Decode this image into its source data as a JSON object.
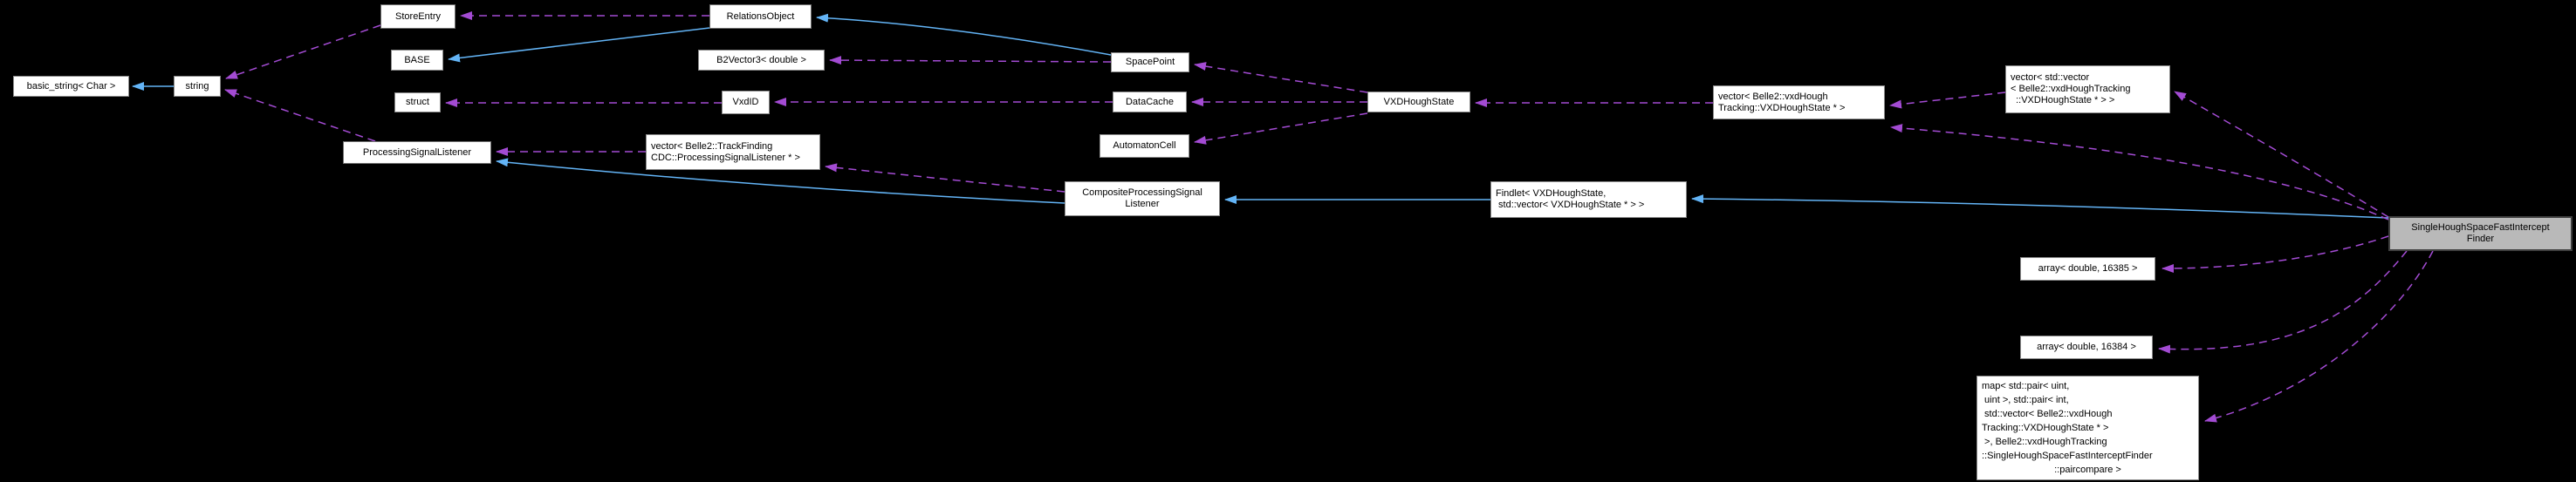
{
  "colors": {
    "background": "#000000",
    "node_fill": "#ffffff",
    "node_border": "#8a8a8a",
    "highlight_node_fill": "#b9b9b9",
    "highlight_node_border": "#3f3f3f",
    "inheritance_edge": "#63b4f6",
    "usage_edge": "#a34bd3",
    "text": "#000000"
  },
  "nodes": {
    "basic_string": {
      "lines": [
        "basic_string< Char >"
      ]
    },
    "string": {
      "lines": [
        "string"
      ]
    },
    "store_entry": {
      "lines": [
        "StoreEntry"
      ]
    },
    "base": {
      "lines": [
        "BASE"
      ]
    },
    "struct": {
      "lines": [
        "struct"
      ]
    },
    "processing_signal_listener": {
      "lines": [
        "ProcessingSignalListener"
      ]
    },
    "relations_object": {
      "lines": [
        "RelationsObject"
      ]
    },
    "b2vector3": {
      "lines": [
        "B2Vector3< double >"
      ]
    },
    "vxdid": {
      "lines": [
        "VxdID"
      ]
    },
    "vector_psl": {
      "lines": [
        "vector< Belle2::TrackFinding",
        "CDC::ProcessingSignalListener * >"
      ]
    },
    "space_point": {
      "lines": [
        "SpacePoint"
      ]
    },
    "data_cache": {
      "lines": [
        "DataCache"
      ]
    },
    "automaton_cell": {
      "lines": [
        "AutomatonCell"
      ]
    },
    "composite_psl": {
      "lines": [
        "CompositeProcessingSignal",
        "Listener"
      ]
    },
    "vxd_hough_state": {
      "lines": [
        "VXDHoughState"
      ]
    },
    "findlet": {
      "lines": [
        "Findlet< VXDHoughState,",
        " std::vector< VXDHoughState * > >"
      ]
    },
    "vector_vxd_hough_state": {
      "lines": [
        "vector< Belle2::vxdHough",
        "Tracking::VXDHoughState * >"
      ]
    },
    "vector_vector_vxd_hough_state": {
      "lines": [
        "vector< std::vector",
        "< Belle2::vxdHoughTracking",
        "  ::VXDHoughState * > >"
      ]
    },
    "single_hough_finder": {
      "lines": [
        "SingleHoughSpaceFastIntercept",
        "Finder"
      ]
    },
    "array_16385": {
      "lines": [
        "array< double, 16385 >"
      ]
    },
    "array_16384": {
      "lines": [
        "array< double, 16384 >"
      ]
    },
    "map_paircompare": {
      "lines": [
        "map< std::pair< uint,",
        " uint >, std::pair< int,",
        " std::vector< Belle2::vxdHough",
        "Tracking::VXDHoughState * >",
        " >, Belle2::vxdHoughTracking",
        "::SingleHoughSpaceFastInterceptFinder",
        "::paircompare >"
      ]
    }
  },
  "edges": [
    {
      "from": "string",
      "to": "basic_string",
      "type": "inheritance"
    },
    {
      "from": "relations_object",
      "to": "base",
      "type": "inheritance"
    },
    {
      "from": "space_point",
      "to": "relations_object",
      "type": "inheritance"
    },
    {
      "from": "composite_psl",
      "to": "processing_signal_listener",
      "type": "inheritance"
    },
    {
      "from": "findlet",
      "to": "composite_psl",
      "type": "inheritance"
    },
    {
      "from": "single_hough_finder",
      "to": "findlet",
      "type": "inheritance"
    },
    {
      "from": "store_entry",
      "to": "string",
      "type": "usage"
    },
    {
      "from": "processing_signal_listener",
      "to": "string",
      "type": "usage"
    },
    {
      "from": "relations_object",
      "to": "store_entry",
      "type": "usage"
    },
    {
      "from": "space_point",
      "to": "b2vector3",
      "type": "usage"
    },
    {
      "from": "vxd_hough_state",
      "to": "space_point",
      "type": "usage"
    },
    {
      "from": "vxd_hough_state",
      "to": "data_cache",
      "type": "usage"
    },
    {
      "from": "data_cache",
      "to": "vxdid",
      "type": "usage"
    },
    {
      "from": "vxdid",
      "to": "struct",
      "type": "usage"
    },
    {
      "from": "vxd_hough_state",
      "to": "automaton_cell",
      "type": "usage"
    },
    {
      "from": "vector_psl",
      "to": "processing_signal_listener",
      "type": "usage"
    },
    {
      "from": "composite_psl",
      "to": "vector_psl",
      "type": "usage"
    },
    {
      "from": "vector_vxd_hough_state",
      "to": "vxd_hough_state",
      "type": "usage"
    },
    {
      "from": "vector_vector_vxd_hough_state",
      "to": "vector_vxd_hough_state",
      "type": "usage"
    },
    {
      "from": "single_hough_finder",
      "to": "vector_vector_vxd_hough_state",
      "type": "usage"
    },
    {
      "from": "single_hough_finder",
      "to": "vector_vxd_hough_state",
      "type": "usage"
    },
    {
      "from": "single_hough_finder",
      "to": "array_16385",
      "type": "usage"
    },
    {
      "from": "single_hough_finder",
      "to": "array_16384",
      "type": "usage"
    },
    {
      "from": "single_hough_finder",
      "to": "map_paircompare",
      "type": "usage"
    }
  ]
}
